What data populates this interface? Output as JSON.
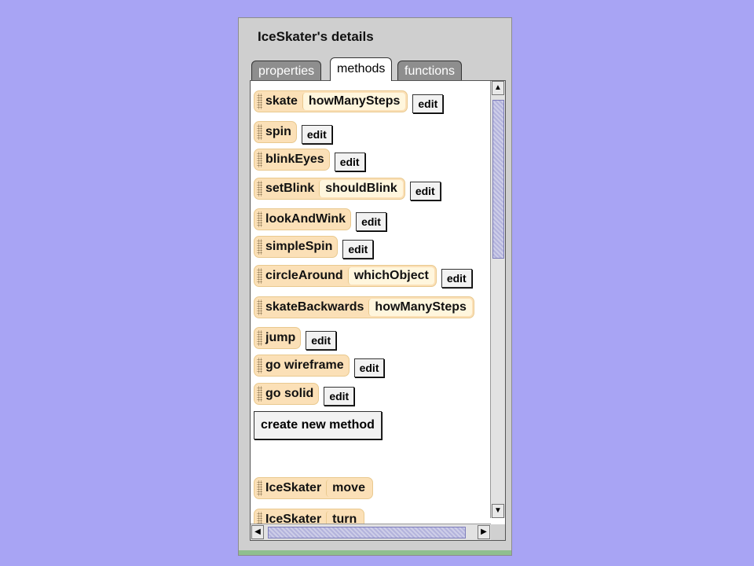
{
  "panel": {
    "title": "IceSkater's details",
    "tabs": [
      {
        "label": "properties",
        "active": false
      },
      {
        "label": "methods",
        "active": true
      },
      {
        "label": "functions",
        "active": false
      }
    ]
  },
  "methods": [
    {
      "name": "skate",
      "param": "howManySteps",
      "edit": "edit"
    },
    {
      "name": "spin",
      "param": "",
      "edit": "edit"
    },
    {
      "name": "blinkEyes",
      "param": "",
      "edit": "edit"
    },
    {
      "name": "setBlink",
      "param": "shouldBlink",
      "edit": "edit"
    },
    {
      "name": "lookAndWink",
      "param": "",
      "edit": "edit"
    },
    {
      "name": "simpleSpin",
      "param": "",
      "edit": "edit"
    },
    {
      "name": "circleAround",
      "param": "whichObject",
      "edit": "edit"
    },
    {
      "name": "skateBackwards",
      "param": "howManySteps",
      "edit": ""
    },
    {
      "name": "jump",
      "param": "",
      "edit": "edit"
    },
    {
      "name": "go wireframe",
      "param": "",
      "edit": "edit"
    },
    {
      "name": "go solid",
      "param": "",
      "edit": "edit"
    }
  ],
  "create_button": "create new method",
  "builtins": [
    {
      "object": "IceSkater",
      "method": "move"
    },
    {
      "object": "IceSkater",
      "method": "turn"
    }
  ],
  "scroll": {
    "up": "▲",
    "down": "▼",
    "left": "◀",
    "right": "▶"
  },
  "colors": {
    "background": "#a8a4f4",
    "tile": "#fbe0b7",
    "panel": "#cfcfcf"
  }
}
